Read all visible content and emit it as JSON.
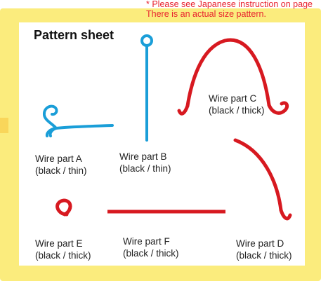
{
  "note": {
    "line1": "* Please see Japanese instruction on page",
    "line2": "There is an actual size pattern."
  },
  "title": "Pattern sheet",
  "parts": {
    "a": {
      "name": "Wire part A",
      "spec": "(black / thin)"
    },
    "b": {
      "name": "Wire part B",
      "spec": "(black / thin)"
    },
    "c": {
      "name": "Wire part C",
      "spec": "(black / thick)"
    },
    "d": {
      "name": "Wire part D",
      "spec": "(black / thick)"
    },
    "e": {
      "name": "Wire part E",
      "spec": "(black / thick)"
    },
    "f": {
      "name": "Wire part F",
      "spec": "(black / thick)"
    }
  },
  "colors": {
    "thin_wire": "#1a9ed8",
    "thick_wire": "#d71920",
    "frame": "#fbec7d",
    "note_text": "#e8232f"
  }
}
